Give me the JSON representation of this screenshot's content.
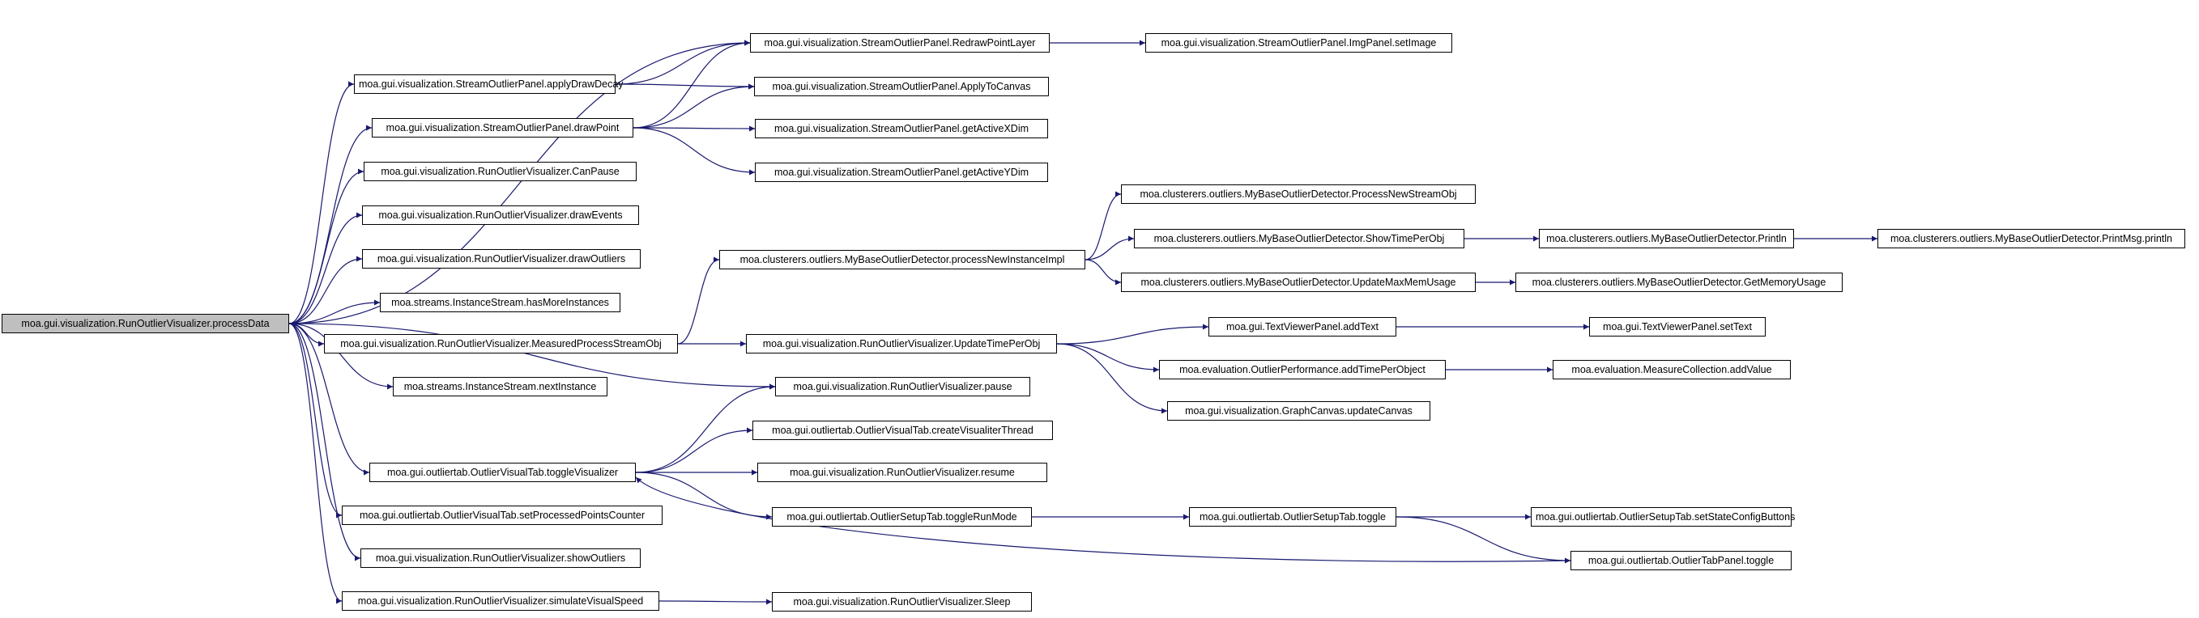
{
  "colors": {
    "edge": "#191970",
    "node_border": "#000000",
    "node_fill": "#ffffff",
    "root_fill": "#bfbfbf"
  },
  "nodes": [
    {
      "id": "root",
      "label": "moa.gui.visualization.RunOutlierVisualizer.processData"
    },
    {
      "id": "n_applyDrawDecay",
      "label": "moa.gui.visualization.StreamOutlierPanel.applyDrawDecay"
    },
    {
      "id": "n_drawPoint",
      "label": "moa.gui.visualization.StreamOutlierPanel.drawPoint"
    },
    {
      "id": "n_CanPause",
      "label": "moa.gui.visualization.RunOutlierVisualizer.CanPause"
    },
    {
      "id": "n_drawEvents",
      "label": "moa.gui.visualization.RunOutlierVisualizer.drawEvents"
    },
    {
      "id": "n_drawOutliers",
      "label": "moa.gui.visualization.RunOutlierVisualizer.drawOutliers"
    },
    {
      "id": "n_hasMore",
      "label": "moa.streams.InstanceStream.hasMoreInstances"
    },
    {
      "id": "n_measured",
      "label": "moa.gui.visualization.RunOutlierVisualizer.MeasuredProcessStreamObj"
    },
    {
      "id": "n_nextInst",
      "label": "moa.streams.InstanceStream.nextInstance"
    },
    {
      "id": "n_toggleVis",
      "label": "moa.gui.outliertab.OutlierVisualTab.toggleVisualizer"
    },
    {
      "id": "n_setProcessed",
      "label": "moa.gui.outliertab.OutlierVisualTab.setProcessedPointsCounter"
    },
    {
      "id": "n_showOutliers",
      "label": "moa.gui.visualization.RunOutlierVisualizer.showOutliers"
    },
    {
      "id": "n_simSpeed",
      "label": "moa.gui.visualization.RunOutlierVisualizer.simulateVisualSpeed"
    },
    {
      "id": "n_redraw",
      "label": "moa.gui.visualization.StreamOutlierPanel.RedrawPointLayer"
    },
    {
      "id": "n_applyCanvas",
      "label": "moa.gui.visualization.StreamOutlierPanel.ApplyToCanvas"
    },
    {
      "id": "n_getX",
      "label": "moa.gui.visualization.StreamOutlierPanel.getActiveXDim"
    },
    {
      "id": "n_getY",
      "label": "moa.gui.visualization.StreamOutlierPanel.getActiveYDim"
    },
    {
      "id": "n_processNewInst",
      "label": "moa.clusterers.outliers.MyBaseOutlierDetector.processNewInstanceImpl"
    },
    {
      "id": "n_updateTime",
      "label": "moa.gui.visualization.RunOutlierVisualizer.UpdateTimePerObj"
    },
    {
      "id": "n_pause",
      "label": "moa.gui.visualization.RunOutlierVisualizer.pause"
    },
    {
      "id": "n_createThread",
      "label": "moa.gui.outliertab.OutlierVisualTab.createVisualiterThread"
    },
    {
      "id": "n_resume",
      "label": "moa.gui.visualization.RunOutlierVisualizer.resume"
    },
    {
      "id": "n_toggleRun",
      "label": "moa.gui.outliertab.OutlierSetupTab.toggleRunMode"
    },
    {
      "id": "n_sleep",
      "label": "moa.gui.visualization.RunOutlierVisualizer.Sleep"
    },
    {
      "id": "n_setImage",
      "label": "moa.gui.visualization.StreamOutlierPanel.ImgPanel.setImage"
    },
    {
      "id": "n_procNewStream",
      "label": "moa.clusterers.outliers.MyBaseOutlierDetector.ProcessNewStreamObj"
    },
    {
      "id": "n_showTime",
      "label": "moa.clusterers.outliers.MyBaseOutlierDetector.ShowTimePerObj"
    },
    {
      "id": "n_updateMem",
      "label": "moa.clusterers.outliers.MyBaseOutlierDetector.UpdateMaxMemUsage"
    },
    {
      "id": "n_addText",
      "label": "moa.gui.TextViewerPanel.addText"
    },
    {
      "id": "n_addTimePer",
      "label": "moa.evaluation.OutlierPerformance.addTimePerObject"
    },
    {
      "id": "n_updateCanvas",
      "label": "moa.gui.visualization.GraphCanvas.updateCanvas"
    },
    {
      "id": "n_setupToggle",
      "label": "moa.gui.outliertab.OutlierSetupTab.toggle"
    },
    {
      "id": "n_println",
      "label": "moa.clusterers.outliers.MyBaseOutlierDetector.Println"
    },
    {
      "id": "n_getMem",
      "label": "moa.clusterers.outliers.MyBaseOutlierDetector.GetMemoryUsage"
    },
    {
      "id": "n_setText",
      "label": "moa.gui.TextViewerPanel.setText"
    },
    {
      "id": "n_addValue",
      "label": "moa.evaluation.MeasureCollection.addValue"
    },
    {
      "id": "n_setState",
      "label": "moa.gui.outliertab.OutlierSetupTab.setStateConfigButtons"
    },
    {
      "id": "n_tabToggle",
      "label": "moa.gui.outliertab.OutlierTabPanel.toggle"
    },
    {
      "id": "n_printMsg",
      "label": "moa.clusterers.outliers.MyBaseOutlierDetector.PrintMsg.println"
    }
  ],
  "edges": [
    [
      "root",
      "n_redraw"
    ],
    [
      "root",
      "n_applyDrawDecay"
    ],
    [
      "root",
      "n_drawPoint"
    ],
    [
      "root",
      "n_CanPause"
    ],
    [
      "root",
      "n_drawEvents"
    ],
    [
      "root",
      "n_drawOutliers"
    ],
    [
      "root",
      "n_hasMore"
    ],
    [
      "root",
      "n_measured"
    ],
    [
      "root",
      "n_nextInst"
    ],
    [
      "root",
      "n_pause"
    ],
    [
      "root",
      "n_toggleVis"
    ],
    [
      "root",
      "n_setProcessed"
    ],
    [
      "root",
      "n_showOutliers"
    ],
    [
      "root",
      "n_simSpeed"
    ],
    [
      "n_applyDrawDecay",
      "n_redraw"
    ],
    [
      "n_applyDrawDecay",
      "n_applyCanvas"
    ],
    [
      "n_drawPoint",
      "n_redraw"
    ],
    [
      "n_drawPoint",
      "n_applyCanvas"
    ],
    [
      "n_drawPoint",
      "n_getX"
    ],
    [
      "n_drawPoint",
      "n_getY"
    ],
    [
      "n_redraw",
      "n_setImage"
    ],
    [
      "n_measured",
      "n_processNewInst"
    ],
    [
      "n_measured",
      "n_updateTime"
    ],
    [
      "n_processNewInst",
      "n_procNewStream"
    ],
    [
      "n_processNewInst",
      "n_showTime"
    ],
    [
      "n_processNewInst",
      "n_updateMem"
    ],
    [
      "n_showTime",
      "n_println"
    ],
    [
      "n_println",
      "n_printMsg"
    ],
    [
      "n_updateMem",
      "n_getMem"
    ],
    [
      "n_updateTime",
      "n_addText"
    ],
    [
      "n_updateTime",
      "n_addTimePer"
    ],
    [
      "n_updateTime",
      "n_updateCanvas"
    ],
    [
      "n_addText",
      "n_setText"
    ],
    [
      "n_addTimePer",
      "n_addValue"
    ],
    [
      "n_toggleVis",
      "n_pause"
    ],
    [
      "n_toggleVis",
      "n_createThread"
    ],
    [
      "n_toggleVis",
      "n_resume"
    ],
    [
      "n_toggleVis",
      "n_toggleRun"
    ],
    [
      "n_toggleRun",
      "n_setupToggle"
    ],
    [
      "n_setupToggle",
      "n_setState"
    ],
    [
      "n_setupToggle",
      "n_tabToggle"
    ],
    [
      "n_tabToggle",
      "n_toggleVis"
    ],
    [
      "n_simSpeed",
      "n_sleep"
    ]
  ]
}
